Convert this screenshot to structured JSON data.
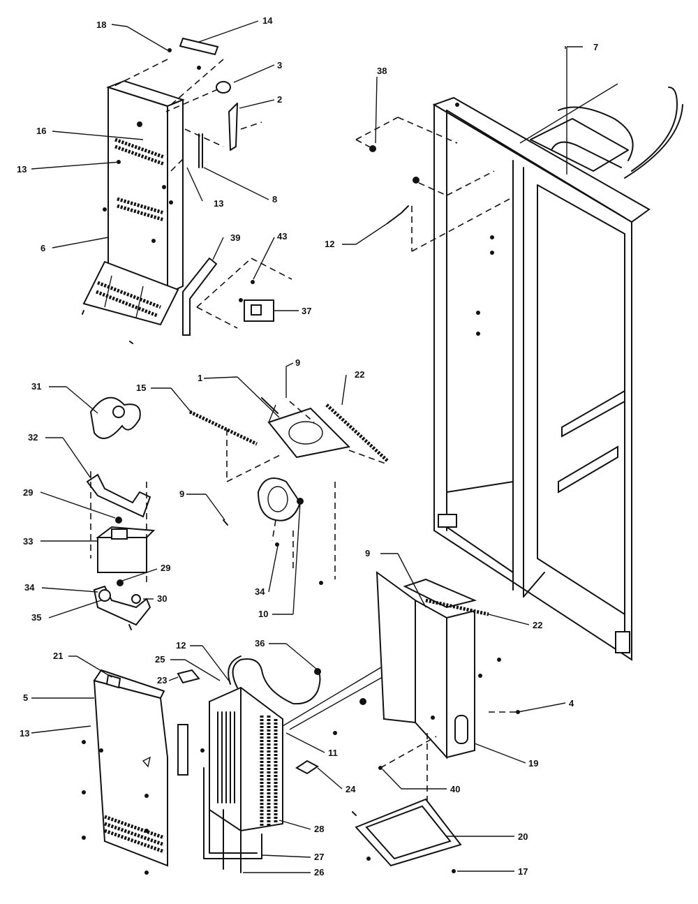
{
  "labels": [
    "18",
    "14",
    "3",
    "2",
    "16",
    "13",
    "13",
    "8",
    "6",
    "39",
    "43",
    "37",
    "38",
    "7",
    "12",
    "31",
    "32",
    "29",
    "33",
    "29",
    "30",
    "34",
    "35",
    "15",
    "1",
    "9",
    "22",
    "9",
    "34",
    "10",
    "9",
    "22",
    "36",
    "21",
    "5",
    "13",
    "23",
    "25",
    "12",
    "11",
    "24",
    "28",
    "27",
    "26",
    "4",
    "19",
    "40",
    "20",
    "17"
  ]
}
